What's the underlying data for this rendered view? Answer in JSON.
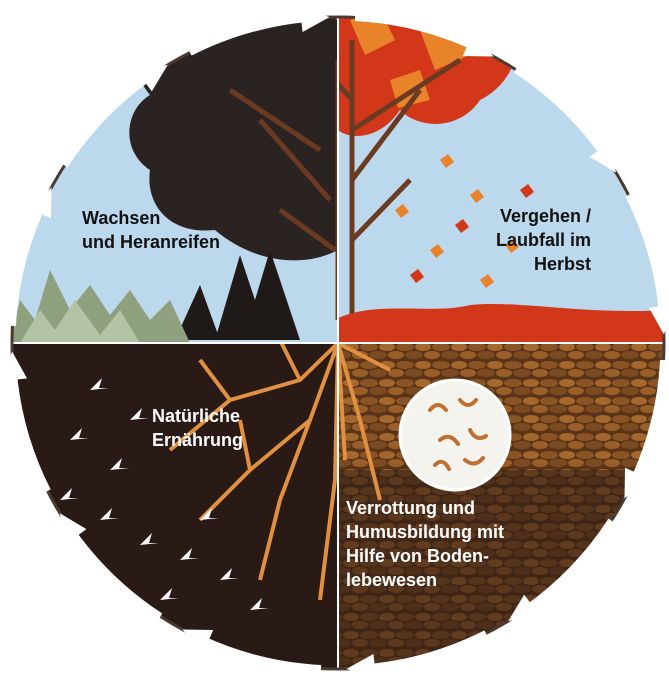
{
  "diagram": {
    "colors": {
      "sky": "#bcd8ec",
      "soil_dark": "#2a1a16",
      "soil_warm": "#5a3418",
      "roots": "#e09040",
      "autumn_red": "#d2371a",
      "autumn_orange": "#e8832a",
      "tree_dark": "#2b2322",
      "grass": "#8fa07f",
      "ring_arrow": "#ffffff"
    },
    "quadrants": {
      "top_left": {
        "name": "Wachsen und Heranreifen",
        "lines": [
          "Wachsen",
          "und Heranreifen"
        ]
      },
      "top_right": {
        "name": "Vergehen / Laubfall im Herbst",
        "lines": [
          "Vergehen /",
          "Laubfall im",
          "Herbst"
        ]
      },
      "bottom_left": {
        "name": "Natürliche Ernährung",
        "lines": [
          "Natürliche",
          "Ernährung"
        ]
      },
      "bottom_right": {
        "name": "Verrottung und Humusbildung mit Hilfe von Bodenlebewesen",
        "lines": [
          "Verrottung und",
          "Humusbildung mit",
          "Hilfe von Boden-",
          "lebewesen"
        ]
      }
    },
    "cycle_direction": "clockwise"
  }
}
